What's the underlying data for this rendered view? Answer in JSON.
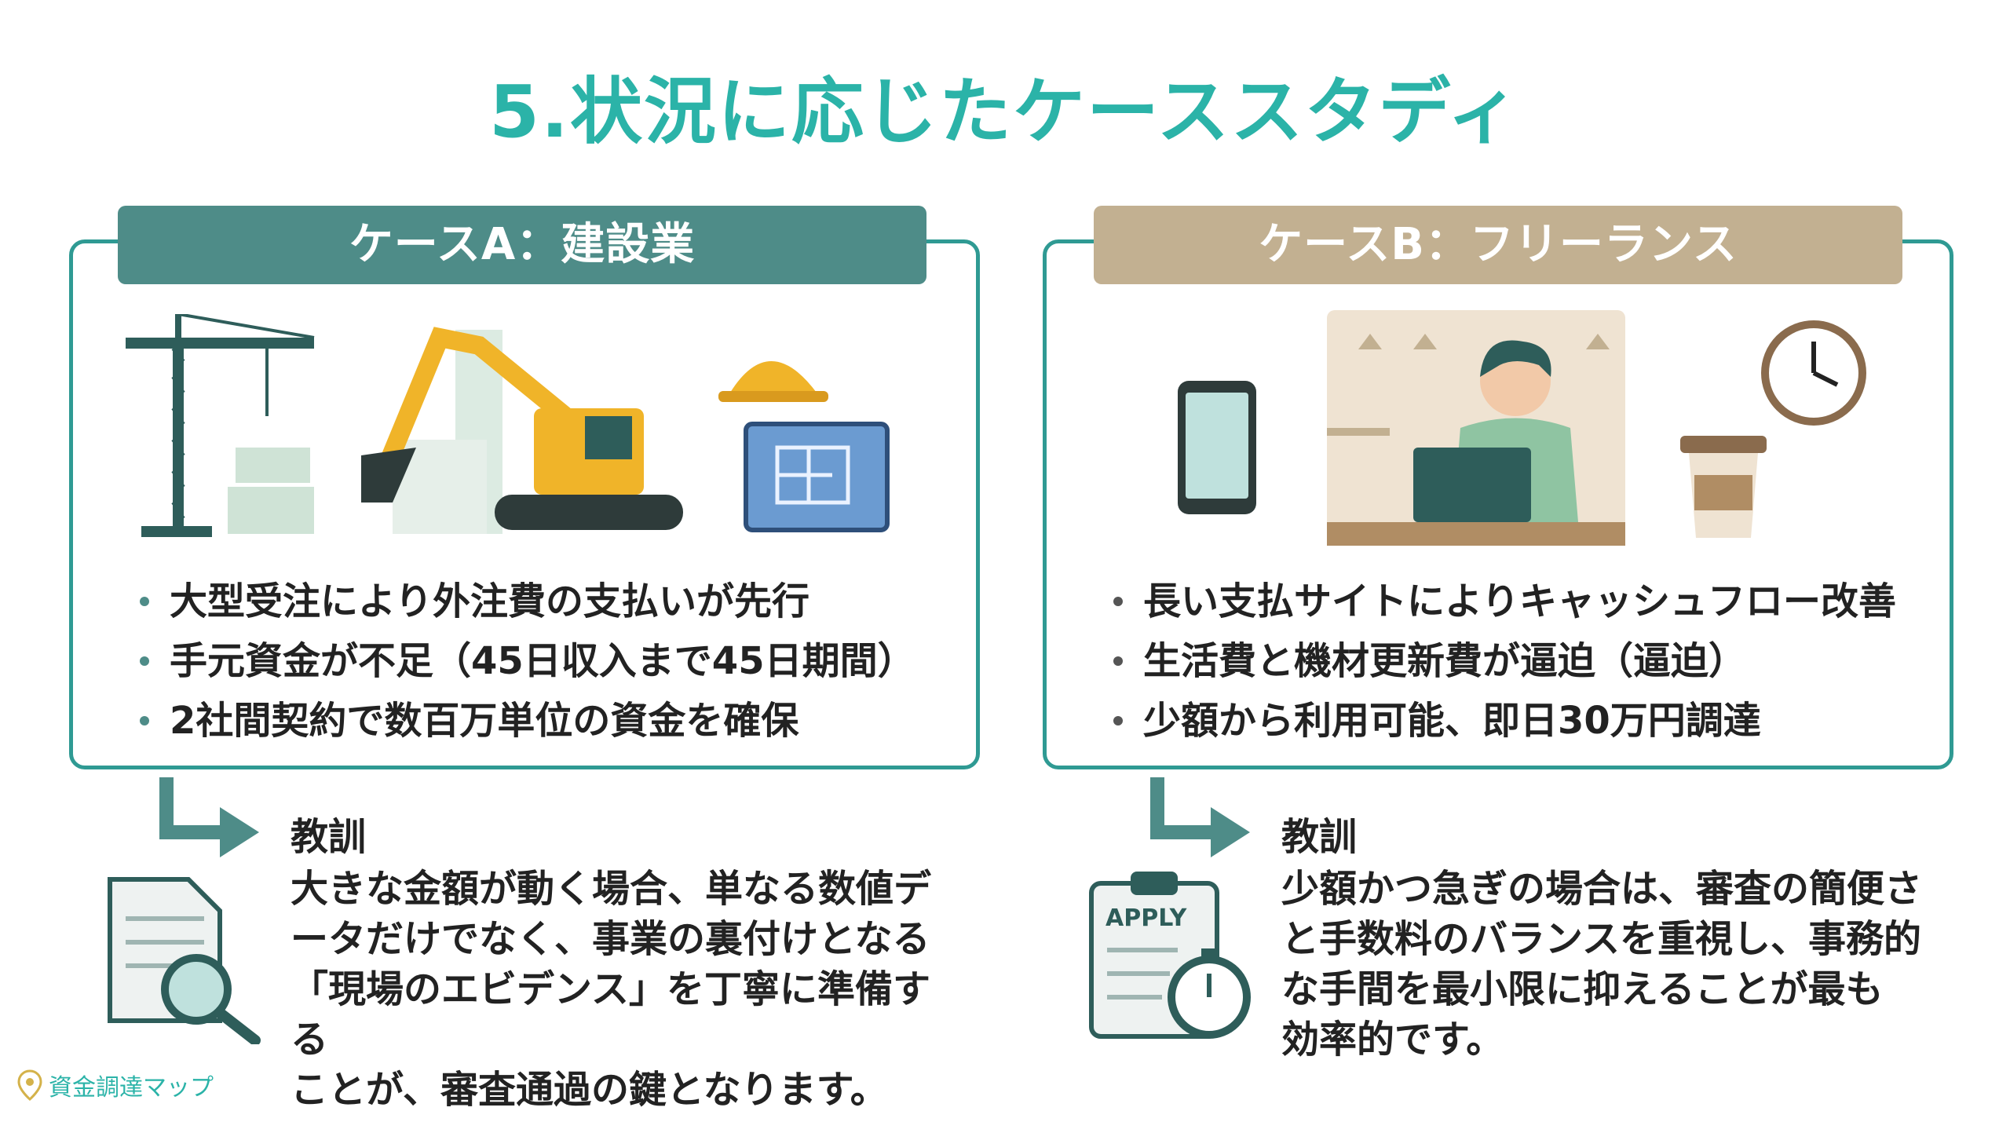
{
  "title": "5.状況に応じたケーススタディ",
  "case_a": {
    "tab": "ケースA：建設業",
    "bullets": [
      "大型受注により外注費の支払いが先行",
      "手元資金が不足（45日収入まで45日期間）",
      "2社間契約で数百万単位の資金を確保"
    ],
    "lesson_heading": "教訓",
    "lesson_text": "大きな金額が動く場合、単なる数値デ\nータだけでなく、事業の裏付けとなる\n「現場のエビデンス」を丁寧に準備する\nことが、審査通過の鍵となります。",
    "icons": [
      "crane-icon",
      "excavator-icon",
      "hard-hat-icon",
      "blueprint-icon",
      "document-search-icon"
    ]
  },
  "case_b": {
    "tab": "ケースB：フリーランス",
    "bullets": [
      "長い支払サイトによりキャッシュフロー改善",
      "生活費と機材更新費が逼迫（逼迫）",
      "少額から利用可能、即日30万円調達"
    ],
    "lesson_heading": "教訓",
    "lesson_text": "少額かつ急ぎの場合は、審査の簡便さ\nと手数料のバランスを重視し、事務的\nな手間を最小限に抑えることが最も\n効率的です。",
    "apply_label": "APPLY",
    "icons": [
      "smartphone-icon",
      "freelancer-laptop-icon",
      "clock-icon",
      "coffee-cup-icon",
      "stopwatch-icon"
    ]
  },
  "brand": "資金調達マップ",
  "colors": {
    "title": "#2bb3a8",
    "border": "#2f9a93",
    "tab_a": "#4e8c88",
    "tab_b": "#c2b091"
  }
}
